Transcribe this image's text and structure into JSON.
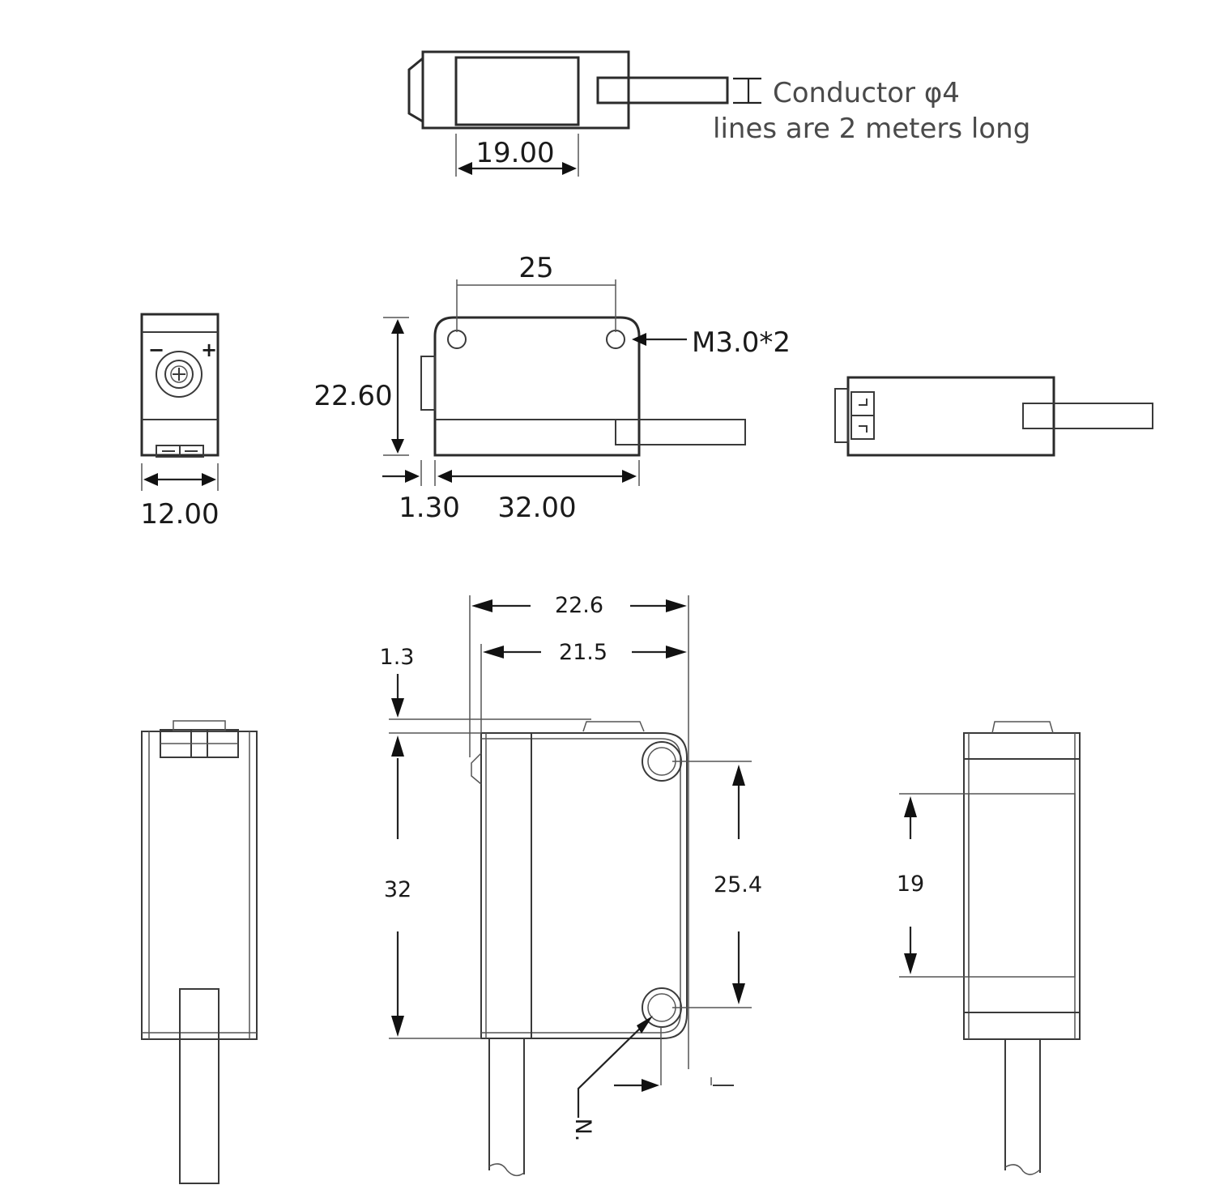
{
  "top_view": {
    "width_label": "19.00",
    "note_line1": "Conductor φ4",
    "note_line2": "lines are 2 meters long"
  },
  "front_view": {
    "width_label": "12.00",
    "minus_sign": "−",
    "plus_sign": "+"
  },
  "side_view": {
    "hole_spacing": "25",
    "height": "22.60",
    "hole_spec": "M3.0*2",
    "lens_offset": "1.30",
    "length": "32.00"
  },
  "detail_view": {
    "total_depth": "22.6",
    "body_depth": "21.5",
    "lens_offset": "1.3",
    "height": "32",
    "hole_spacing": "25.4",
    "hole_callout": "N.",
    "window_height": "19"
  }
}
